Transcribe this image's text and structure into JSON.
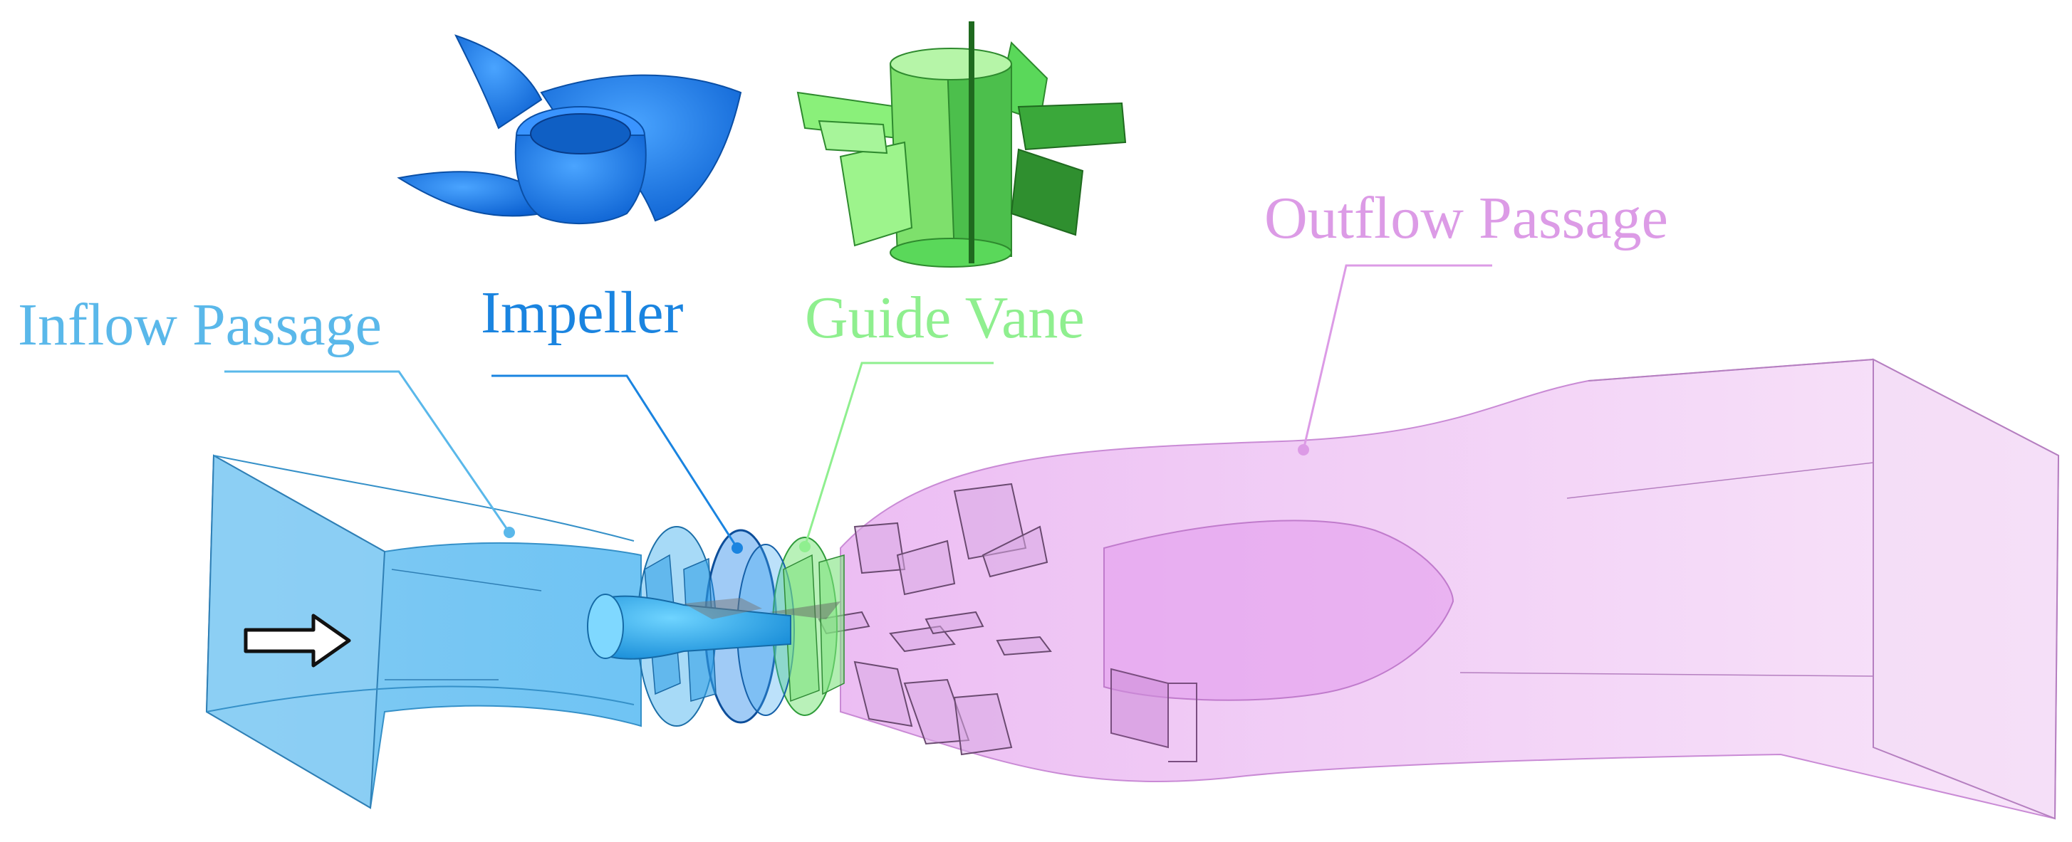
{
  "labels": {
    "inflow": "Inflow Passage",
    "impeller": "Impeller",
    "guide_vane": "Guide Vane",
    "outflow": "Outflow Passage"
  },
  "colors": {
    "inflow": "#5ab8ea",
    "impeller": "#1a84e0",
    "guide_vane": "#8fef8f",
    "outflow": "#dc9be6",
    "impeller_solid": "#1878e8",
    "guide_light": "#7eea6e",
    "guide_dark": "#2e8a2e"
  },
  "icons": {
    "flow_arrow": "flow-direction-arrow-icon"
  }
}
